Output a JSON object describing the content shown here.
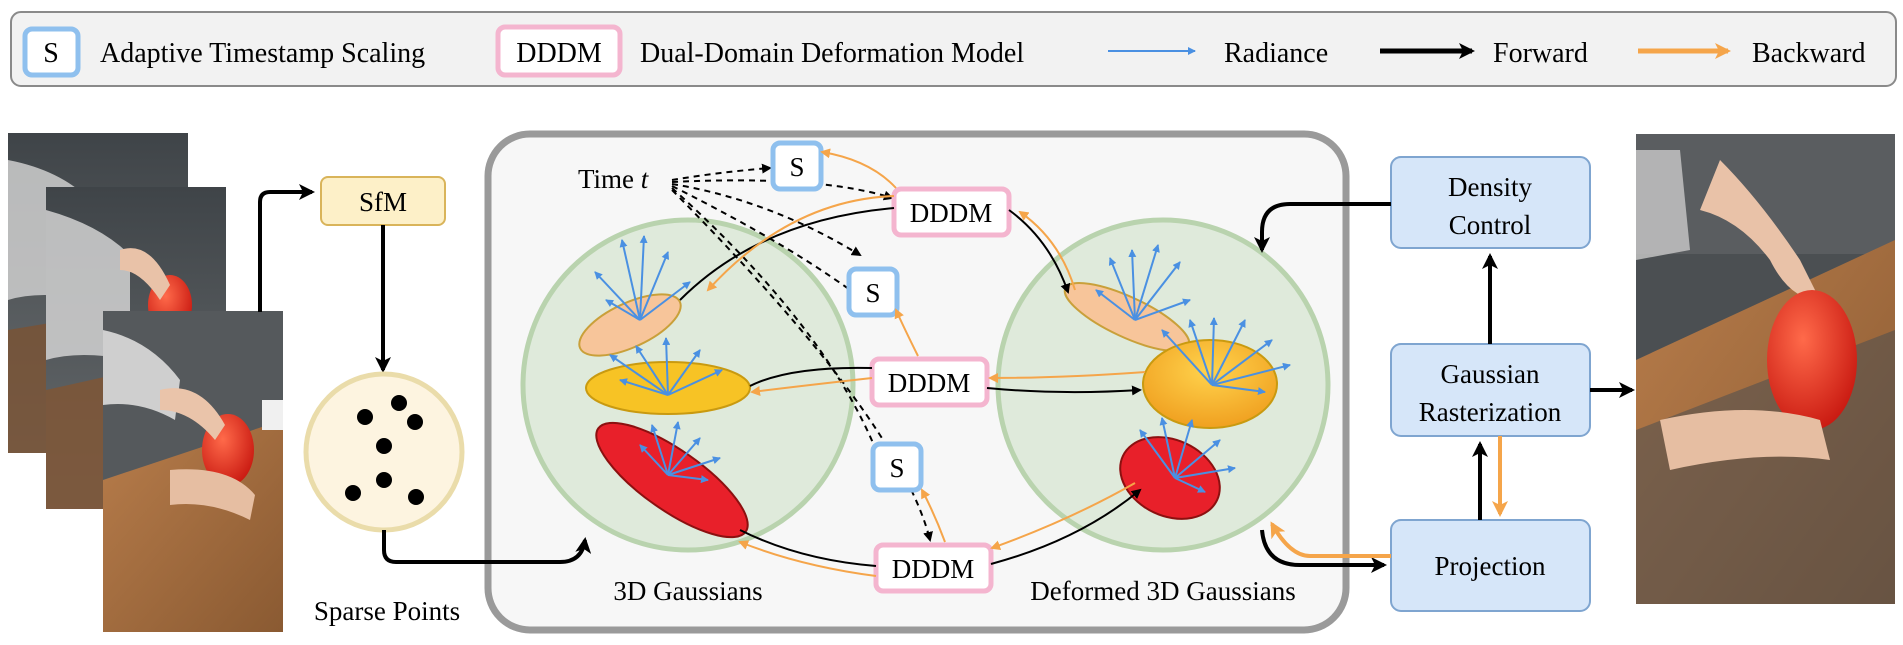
{
  "legend": {
    "items": [
      {
        "symbol": "S",
        "label": "Adaptive Timestamp Scaling"
      },
      {
        "symbol": "DDDM",
        "label": "Dual-Domain Deformation Model"
      },
      {
        "label": "Radiance"
      },
      {
        "label": "Forward"
      },
      {
        "label": "Backward"
      }
    ]
  },
  "nodes": {
    "sfm": "SfM",
    "sparse_points": "Sparse Points",
    "time": "Time",
    "time_var": "t",
    "scaling": "S",
    "deform": "DDDM",
    "gaussians_3d": "3D Gaussians",
    "deformed_gaussians": "Deformed 3D Gaussians",
    "density_control": [
      "Density",
      "Control"
    ],
    "rasterization": [
      "Gaussian",
      "Rasterization"
    ],
    "projection": "Projection"
  },
  "colors": {
    "scaling_border": "#8fc0ee",
    "dddm_border": "#f4b5cf",
    "radiance": "#4a90e2",
    "forward": "#000000",
    "backward": "#f5a54a",
    "sfm_fill": "#fdf0c8",
    "sfm_border": "#d9b45a",
    "box_fill": "#d6e6f9",
    "box_border": "#7fa5d0",
    "circle_fill": "#dfeadb",
    "circle_border": "#b9d3ae",
    "panel_fill": "#f7f7f7",
    "panel_border": "#9a9a9a",
    "ellipse_peach": "#f7c59a",
    "ellipse_yellow": "#f7c325",
    "ellipse_red": "#e8202a"
  }
}
